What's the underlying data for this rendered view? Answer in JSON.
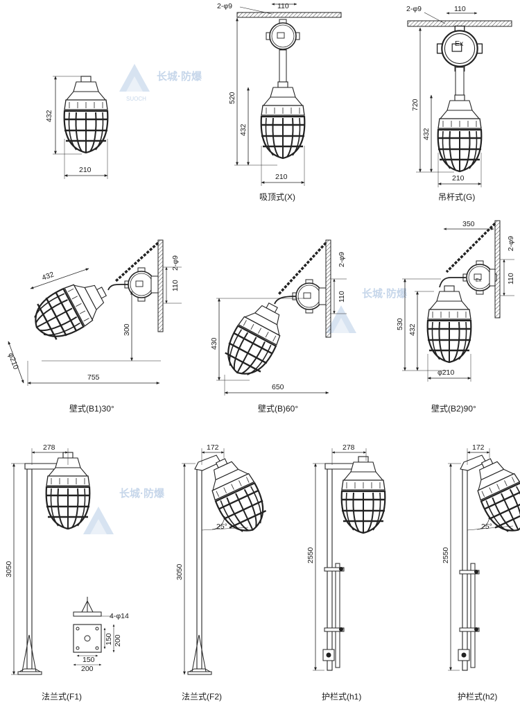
{
  "watermark": {
    "brand": "长城·防爆",
    "latin": "SUOCH"
  },
  "layouts": {
    "basic": {
      "height": "432",
      "diameter": "210"
    },
    "ceiling": {
      "hole": "2-φ9",
      "mount_width": "110",
      "total_height": "520",
      "height": "432",
      "diameter": "210",
      "caption": "吸顶式(X)"
    },
    "rod": {
      "hole": "2-φ9",
      "mount_width": "110",
      "total_height": "720",
      "height": "432",
      "diameter": "210",
      "box_mark": "Ex",
      "caption": "吊杆式(G)"
    },
    "wall_b1": {
      "length": "432",
      "diameter": "φ210",
      "drop": "300",
      "reach": "755",
      "hole": "2-φ9",
      "mount_width": "110",
      "caption": "壁式(B1)30°"
    },
    "wall_b": {
      "drop": "430",
      "reach": "650",
      "hole": "2-φ9",
      "mount_width": "110",
      "caption": "壁式(B)60°"
    },
    "wall_b2": {
      "reach": "350",
      "hole": "2-φ9",
      "mount_width": "110",
      "total_height": "530",
      "height": "432",
      "diameter": "φ210",
      "caption": "壁式(B2)90°"
    },
    "flange_f1": {
      "arm": "278",
      "pole_height": "3050",
      "bolts": "4-φ14",
      "inner_a": "150",
      "outer_a": "200",
      "inner_b": "150",
      "outer_b": "200",
      "caption": "法兰式(F1)"
    },
    "flange_f2": {
      "arm": "172",
      "pole_height": "3050",
      "angle": "25°",
      "caption": "法兰式(F2)"
    },
    "guard_h1": {
      "arm": "278",
      "pole_height": "2550",
      "caption": "护栏式(h1)"
    },
    "guard_h2": {
      "arm": "172",
      "pole_height": "2550",
      "angle": "25°",
      "caption": "护栏式(h2)"
    }
  }
}
